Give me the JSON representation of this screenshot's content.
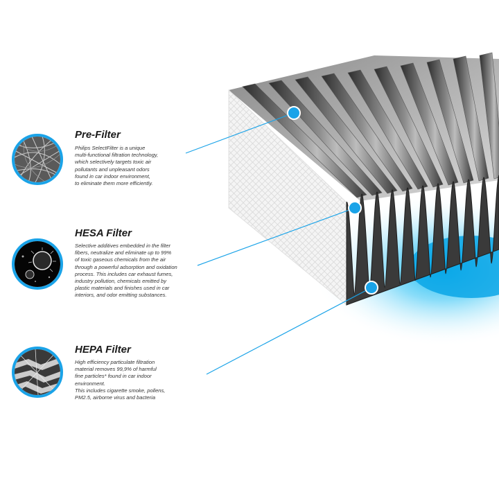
{
  "sections": [
    {
      "title": "Pre-Filter",
      "icon": "fiber-mesh-icon",
      "lines": [
        "Philips SelectFilter is a unique",
        "multi-functional filtration technology,",
        "which selectively targets toxic air",
        "pollutants and unpleasant odors",
        "found in car indoor environment,",
        "to eliminate them more efficiently."
      ]
    },
    {
      "title": "HESA Filter",
      "icon": "molecule-cell-icon",
      "lines": [
        "Selective additives embedded in the filter",
        "fibers, neutralize and eliminate up to 99%",
        "of  toxic gaseous chemicals from the air",
        "through a powerful adsorption and oxidation",
        "process. This includes car exhaust fumes,",
        "industry pollution, chemicals emitted by",
        "plastic materials and finishes used in car",
        "interiors, and odor emitting substances."
      ]
    },
    {
      "title": "HEPA Filter",
      "icon": "particle-fiber-icon",
      "lines": [
        "High efficiency particulate filtration",
        "material removes 99,9% of harmful",
        "fine particles* found in car indoor",
        "environment.",
        "This includes cigarette smoke, pollens,",
        "PM2.5, airborne virus and bacteria"
      ]
    }
  ],
  "colors": {
    "accent": "#1aa3e8",
    "glow": "#00b4f0",
    "pleat_dark": "#3d3d3d",
    "pleat_light": "#b5b5b5",
    "side_panel": "#f2f2f2",
    "text": "#333333",
    "title": "#1a1a1a"
  }
}
